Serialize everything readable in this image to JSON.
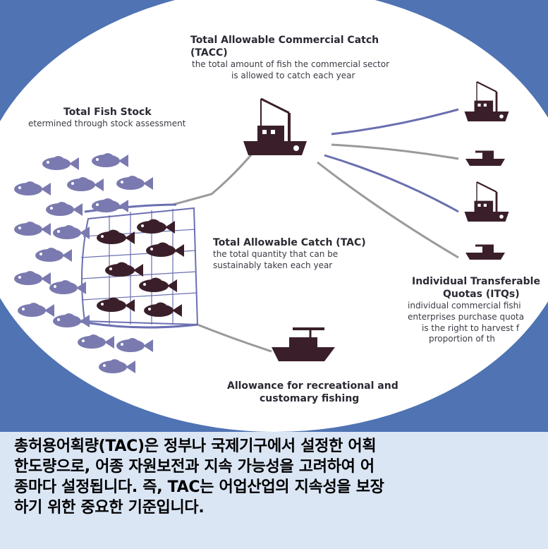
{
  "tacc": {
    "title": "Total Allowable Commercial Catch (TACC)",
    "desc_line1": "the total amount of fish the commercial sector",
    "desc_line2": "is allowed to catch each year"
  },
  "stock": {
    "title": "Total Fish Stock",
    "desc": "etermined through stock assessment"
  },
  "tac": {
    "title": "Total Allowable Catch (TAC)",
    "desc_line1": "the total quantity that can be",
    "desc_line2": "sustainably taken each year"
  },
  "itq": {
    "title_line1": "Individual Transferable",
    "title_line2": "Quotas (ITQs)",
    "desc_line1": "individual commercial fishi",
    "desc_line2": "enterprises purchase quota",
    "desc_line3": "is the right to harvest f",
    "desc_line4": "proportion of th"
  },
  "recreational": {
    "title_line1": "Allowance for recreational and",
    "title_line2": "customary fishing"
  },
  "caption": "총허용어획량(TAC)은 정부나 국제기구에서 설정한 어획\n한도량으로, 어종 자원보전과 지속 가능성을 고려하여 어\n종마다 설정됩니다. 즉, TAC는 어업산업의 지속성을 보장\n하기 위한 중요한 기준입니다.",
  "colors": {
    "frame": "#4f73b3",
    "fish_light": "#7a7ab0",
    "fish_dark": "#3a1f2a",
    "boat": "#3a1f2a",
    "line_blue": "#6b6fb0",
    "line_grey": "#9a9a9a",
    "caption_bg": "#dbe6f5"
  }
}
